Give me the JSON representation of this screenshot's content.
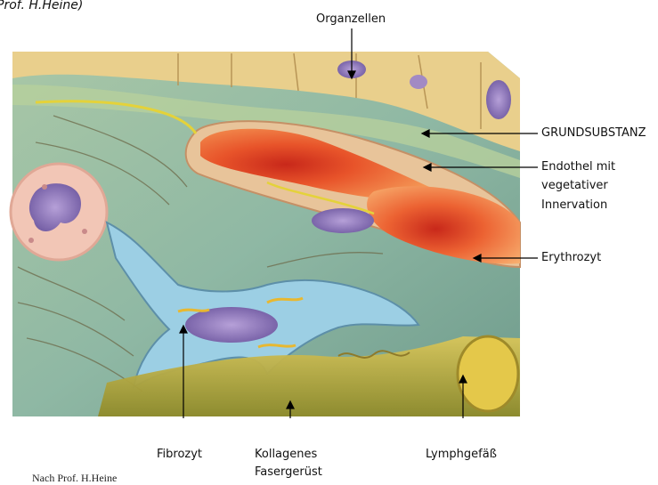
{
  "captions": {
    "top": "Prof. H.Heine)",
    "bottom": "Nach Prof. H.Heine"
  },
  "labels": {
    "organzellen": "Organzellen",
    "grundsubstanz": "GRUNDSUBSTANZ",
    "endothel_1": "Endothel mit",
    "endothel_2": "vegetativer",
    "endothel_3": "Innervation",
    "erythrozyt": "Erythrozyt",
    "fibrozyt": "Fibrozyt",
    "kollagenes_1": "Kollagenes",
    "kollagenes_2": "Fasergerüst",
    "lymphgefaess": "Lymphgefäß"
  },
  "colors": {
    "interstitial_green": "#8fb8a4",
    "erythrocyte_red": "#e8542a",
    "cell_pink": "#f2c6b6",
    "nucleus_purple": "#8e76b5",
    "lymph_yellow": "#c9b43a",
    "fibrocyte_blue": "#9ccfe4"
  }
}
